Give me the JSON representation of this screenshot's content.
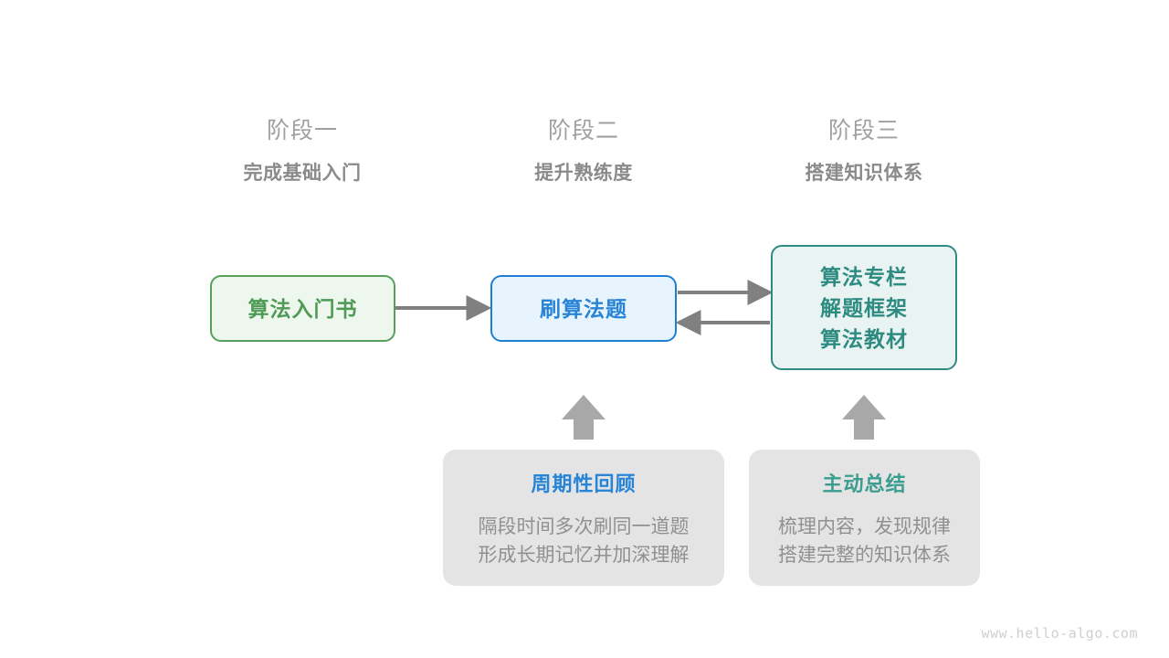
{
  "stages": [
    {
      "title": "阶段一",
      "subtitle": "完成基础入门"
    },
    {
      "title": "阶段二",
      "subtitle": "提升熟练度"
    },
    {
      "title": "阶段三",
      "subtitle": "搭建知识体系"
    }
  ],
  "nodes": {
    "book": {
      "label": "算法入门书",
      "color": "#4f9a55"
    },
    "practice": {
      "label": "刷算法题",
      "color": "#2784d6"
    },
    "knowledge": {
      "lines": [
        "算法专栏",
        "解题框架",
        "算法教材"
      ],
      "color": "#2e8b81"
    }
  },
  "notes": [
    {
      "title": "周期性回顾",
      "title_color": "#2784d6",
      "body_line1": "隔段时间多次刷同一道题",
      "body_line2": "形成长期记忆并加深理解"
    },
    {
      "title": "主动总结",
      "title_color": "#3a9d90",
      "body_line1": "梳理内容，发现规律",
      "body_line2": "搭建完整的知识体系"
    }
  ],
  "connectors": {
    "arrow_color": "#808080",
    "up_arrow_color": "#a8a8a8",
    "book_to_practice": "arrow-right",
    "practice_to_knowledge": "arrow-right",
    "knowledge_to_practice": "arrow-left",
    "review_to_practice": "arrow-up",
    "summary_to_knowledge": "arrow-up"
  },
  "watermark": "www.hello-algo.com"
}
